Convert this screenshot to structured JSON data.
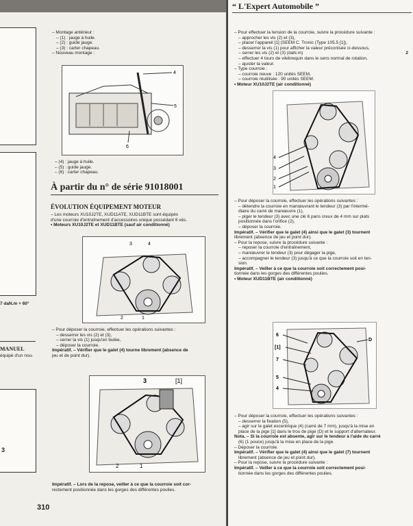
{
  "left": {
    "block1": [
      "– Montage antérieur :",
      "– (1) : jauge à huile.",
      "– (2) : guide jauge.",
      "– (3) : carter chapeau.",
      "– Nouveau montage :"
    ],
    "fig1_callouts": [
      "4",
      "5",
      "6"
    ],
    "block2": [
      "– (4) : jauge à huile.",
      "– (5) : guide jauge.",
      "– (6) : carter chapeau."
    ],
    "title": "À partir du n° de série 91018001",
    "subtitle": "ÉVOLUTION ÉQUIPEMENT MOTEUR",
    "block3": [
      "– Les moteurs XU10J2TE, XUD11ATE, XUD11BTE sont équipés",
      "d'une courroie d'entraînement d'accessoires unique possédant 6 vés.",
      "• Moteurs XU10J2TE et XUD11BTE (sauf air conditionné)"
    ],
    "fig2_callouts": [
      "3",
      "4",
      "2",
      "1"
    ],
    "block4": [
      "– Pour déposer la courroie, effectuer les opérations suivantes :",
      "– desserrer les vis (2) et (3),",
      "– serrer la vis (1) jusqu'en butée,",
      "– déposer la courroie.",
      "Impératif. – Vérifier que le galet (4) tourne librement (absence de",
      "jeu et de point dur)."
    ],
    "fig3_callouts": [
      "3",
      "[1]",
      "2",
      "1"
    ],
    "block5": [
      "Impératif. – Lors de la repose, veiller à ce que la courroie soit cor-",
      "rectement positionnée dans les gorges des différentes poulies."
    ],
    "page_number": "310",
    "margin_fragments": [
      "7 daN.m + 60°",
      "MANUEL",
      "équipé d'un nou-",
      "3"
    ]
  },
  "right": {
    "header": "“ L'Expert Automobile ”",
    "block1": [
      "– Pour effectuer la tension de la courroie, suivre la procédure suivante :",
      "– approcher les vis (2) et (3),",
      "– placer l'appareil [1] (SEEM C. Tronic (Type 105.5 [1]),",
      "– desserrer la vis (1) pour afficher la valeur préconisée ci-dessous,",
      "– serrer les vis (2) et (3) (daN.m)",
      "– effectuer 4 tours de vilebrequin dans le sens normal de rotation,",
      "– ajuster la valeur.",
      "– Type courroie :",
      "– courroie neuve : 120 unités SEEM,",
      "– courroie réutilisée : 90 unités SEEM.",
      "• Moteur XU10J2TE (air conditionné)"
    ],
    "block1_margin_value": "2",
    "fig4_callouts": [
      "4",
      "3",
      "2",
      "1"
    ],
    "block2": [
      "– Pour déposer la courroie, effectuer les opérations suivantes :",
      "– détendre la courroie en manœuvrant le tendeur (3) par l'intermé-",
      "diaire du carré de manœuvre (1),",
      "– piger le tendeur (3) avec une clé 6 pans creux de 4 mm sur plats",
      "positionnée dans l'orifice (2),",
      "– déposer la courroie.",
      "Impératif. – Vérifier que le galet (4) ainsi que le galet (3) tournent",
      "librement (absence de jeu et point dur).",
      "– Pour la repose, suivre la procédure suivante :",
      "– reposer la courroie d'entraînement,",
      "– manœuvrer le tendeur (3) pour dégager la pige,",
      "– accompagner le tendeur (3) jusqu'à ce que la courroie soit en ten-",
      "sion.",
      "Impératif. – Veiller à ce que la courroie soit correctement posi-",
      "tionnée dans les gorges des différentes poulies.",
      "• Moteur XUD11BTE (air conditionné)"
    ],
    "fig5_callouts": [
      "6",
      "[1]",
      "7",
      "5",
      "4",
      "D"
    ],
    "block3": [
      "– Pour déposer la courroie, effectuer les opérations suivantes :",
      "– desserrer la fixation (5),",
      "– agir sur le galet excentrique (4) (carré de 7 mm), jusqu'à la mise en",
      "place de la pige [1] dans le trou de pige (D) et le support d'alternateur.",
      "Nota. – Si la courroie est absente, agir sur le tendeur à l'aide du carré",
      "(6) (1 pouce) jusqu'à la mise en place de la pige.",
      "– Déposer la courroie.",
      "Impératif. – Vérifier que le galet (4) ainsi que le galet (7) tournent",
      "librement (absence de jeu et point dur).",
      "– Pour la repose, suivre la procédure suivante :",
      "Impératif. – Veiller à ce que la courroie soit correctement posi-",
      "tionnée dans les gorges des différentes poulies."
    ]
  }
}
